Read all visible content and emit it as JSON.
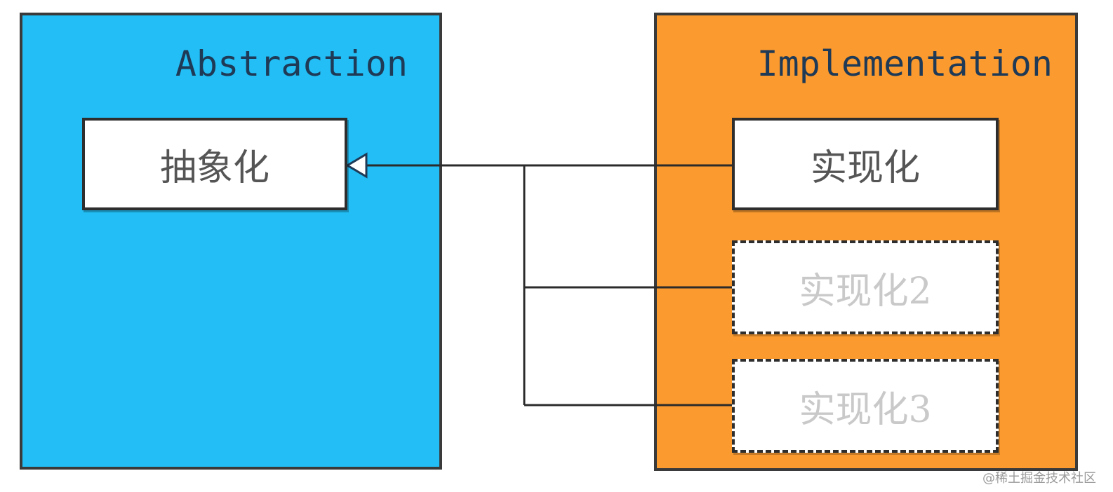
{
  "abstraction": {
    "title": "Abstraction",
    "node_label": "抽象化",
    "color": "#22bef5"
  },
  "implementation": {
    "title": "Implementation",
    "color": "#fb9a2e",
    "nodes": [
      {
        "label": "实现化",
        "style": "solid"
      },
      {
        "label": "实现化2",
        "style": "dashed"
      },
      {
        "label": "实现化3",
        "style": "dashed"
      }
    ]
  },
  "watermark": "@稀土掘金技术社区"
}
